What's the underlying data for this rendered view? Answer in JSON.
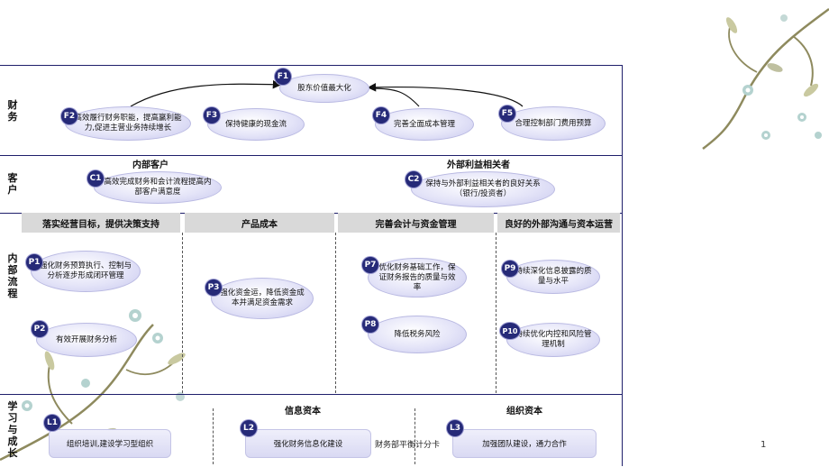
{
  "rows": {
    "finance": [
      "财",
      "务"
    ],
    "customer": [
      "客",
      "户"
    ],
    "internal": [
      "内",
      "部",
      "流",
      "程"
    ],
    "learning": [
      "学",
      "习",
      "与",
      "成",
      "长"
    ]
  },
  "sections": {
    "internal_customer": "内部客户",
    "external_stakeholder": "外部利益相关者",
    "info_capital": "信息资本",
    "org_capital": "组织资本"
  },
  "bands": [
    "落实经营目标，提供决策支持",
    "产品成本",
    "完善会计与资金管理",
    "良好的外部沟通与资本运营"
  ],
  "nodes": {
    "F1": {
      "tag": "F1",
      "text": "股东价值最大化"
    },
    "F2": {
      "tag": "F2",
      "text": "高效履行财务职能，提高赢利能力,促进主营业务持续增长"
    },
    "F3": {
      "tag": "F3",
      "text": "保持健康的现金流"
    },
    "F4": {
      "tag": "F4",
      "text": "完善全面成本管理"
    },
    "F5": {
      "tag": "F5",
      "text": "合理控制部门费用预算"
    },
    "C1": {
      "tag": "C1",
      "text": "高效完成财务和会计流程提高内部客户满意度"
    },
    "C2": {
      "tag": "C2",
      "text": "保持与外部利益相关者的良好关系（银行/投资者）"
    },
    "P1": {
      "tag": "P1",
      "text": "强化财务预算执行、控制与分析逐步形成闭环管理"
    },
    "P2": {
      "tag": "P2",
      "text": "有效开展财务分析"
    },
    "P3": {
      "tag": "P3",
      "text": "强化资金运，降低资金成本并满足资金需求"
    },
    "P7": {
      "tag": "P7",
      "text": "优化财务基础工作，保证财务报告的质量与效率"
    },
    "P8": {
      "tag": "P8",
      "text": "降低税务风险"
    },
    "P9": {
      "tag": "P9",
      "text": "持续深化信息披露的质量与水平"
    },
    "P10": {
      "tag": "P10",
      "text": "持续优化内控和风险管理机制"
    },
    "L1": {
      "tag": "L1",
      "text": "组织培训,建设学习型组织"
    },
    "L2": {
      "tag": "L2",
      "text": "强化财务信息化建设"
    },
    "L3": {
      "tag": "L3",
      "text": "加强团队建设，通力合作"
    }
  },
  "footer": "财务部平衡计分卡",
  "page_number": "1",
  "colors": {
    "tag_fill": "#262a78",
    "line": "#1f1f6b",
    "band": "#d9d9d9"
  }
}
